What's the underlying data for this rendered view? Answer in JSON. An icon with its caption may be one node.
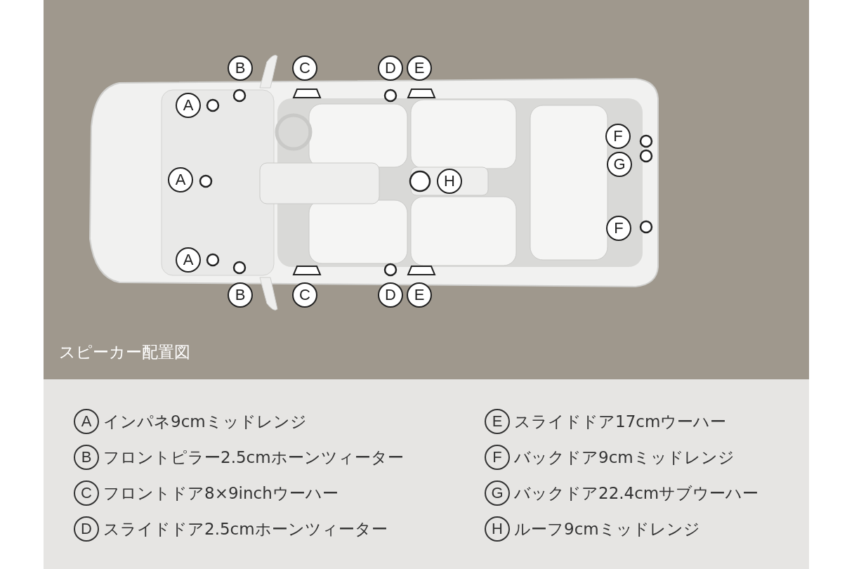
{
  "diagram": {
    "caption": "スピーカー配置図",
    "labels": [
      "B",
      "C",
      "D",
      "E",
      "A",
      "F",
      "G",
      "A",
      "H",
      "F",
      "A",
      "B",
      "C",
      "D",
      "E",
      "A",
      "B",
      "C",
      "D",
      "E",
      "F",
      "G",
      "H"
    ],
    "legend": [
      {
        "text": "インパネ9cmミッドレンジ"
      },
      {
        "text": "フロントピラー2.5cmホーンツィーター"
      },
      {
        "text": "フロントドア8×9inchウーハー"
      },
      {
        "text": "スライドドア2.5cmホーンツィーター"
      },
      {
        "text": "スライドドア17cmウーハー"
      },
      {
        "text": "バックドア9cmミッドレンジ"
      },
      {
        "text": "バックドア22.4cmサブウーハー"
      },
      {
        "text": "ルーフ9cmミッドレンジ"
      }
    ]
  }
}
